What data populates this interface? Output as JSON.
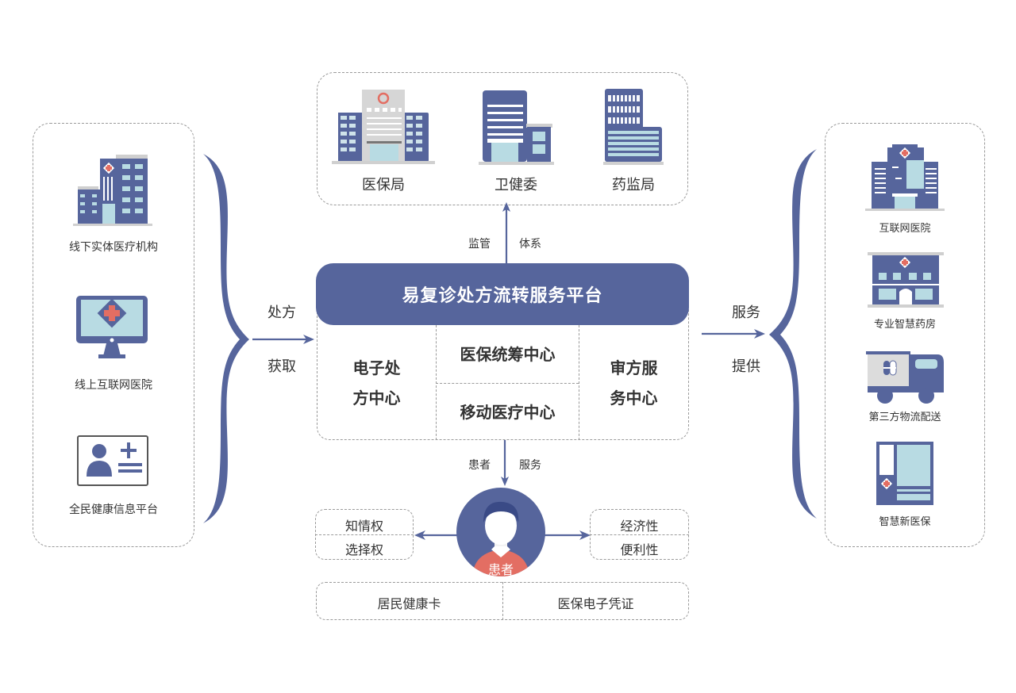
{
  "colors": {
    "primary": "#56659c",
    "accent_red": "#e36e63",
    "glass": "#b8dbe3",
    "gray": "#cfcfcf",
    "text": "#333333"
  },
  "regulators": {
    "items": [
      {
        "label": "医保局",
        "icon": "building-social-insurance-icon"
      },
      {
        "label": "卫健委",
        "icon": "building-health-commission-icon"
      },
      {
        "label": "药监局",
        "icon": "building-drug-admin-icon"
      }
    ]
  },
  "supervision_arrow": {
    "left": "监管",
    "right": "体系"
  },
  "left_panel": {
    "items": [
      {
        "label": "线下实体医疗机构",
        "icon": "hospital-building-icon"
      },
      {
        "label": "线上互联网医院",
        "icon": "monitor-medical-icon"
      },
      {
        "label": "全民健康信息平台",
        "icon": "health-id-card-icon"
      }
    ]
  },
  "left_arrow": {
    "top": "处方",
    "bottom": "获取"
  },
  "platform": {
    "title": "易复诊处方流转服务平台",
    "centers": {
      "left": [
        "电子处",
        "方中心"
      ],
      "middle_top": "医保统筹中心",
      "middle_bottom": "移动医疗中心",
      "right": [
        "审方服",
        "务中心"
      ]
    }
  },
  "right_arrow": {
    "top": "服务",
    "bottom": "提供"
  },
  "right_panel": {
    "items": [
      {
        "label": "互联网医院",
        "icon": "internet-hospital-icon"
      },
      {
        "label": "专业智慧药房",
        "icon": "pharmacy-icon"
      },
      {
        "label": "第三方物流配送",
        "icon": "delivery-truck-icon"
      },
      {
        "label": "智慧新医保",
        "icon": "smart-kiosk-icon"
      }
    ]
  },
  "patient_arrow": {
    "left": "患者",
    "right": "服务"
  },
  "patient": {
    "label": "患者",
    "rights": [
      "知情权",
      "选择权"
    ],
    "benefits": [
      "经济性",
      "便利性"
    ],
    "credentials": [
      "居民健康卡",
      "医保电子凭证"
    ]
  }
}
